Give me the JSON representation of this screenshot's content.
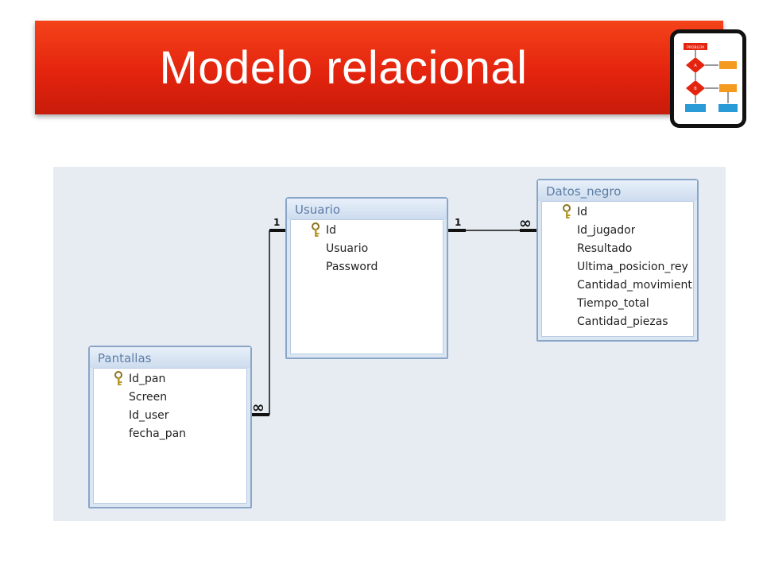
{
  "title": "Modelo relacional",
  "icon": {
    "name": "flowchart-icon",
    "problem_label": "PROBLEM",
    "step_a": "A",
    "step_b": "B"
  },
  "tables": {
    "usuario": {
      "name": "Usuario",
      "key_field": "Id",
      "fields": [
        "Id",
        "Usuario",
        "Password"
      ]
    },
    "datos_negro": {
      "name": "Datos_negro",
      "key_field": "Id",
      "fields": [
        "Id",
        "Id_jugador",
        "Resultado",
        "Ultima_posicion_rey",
        "Cantidad_movimient",
        "Tiempo_total",
        "Cantidad_piezas"
      ]
    },
    "pantallas": {
      "name": "Pantallas",
      "key_field": "Id_pan",
      "fields": [
        "Id_pan",
        "Screen",
        "Id_user",
        "fecha_pan"
      ]
    }
  },
  "relationships": [
    {
      "from": "Usuario",
      "to": "Datos_negro",
      "one_label": "1",
      "many_label": "∞"
    },
    {
      "from": "Usuario",
      "to": "Pantallas",
      "one_label": "1",
      "many_label": "∞"
    }
  ],
  "colors": {
    "title_red": "#e4240e",
    "table_border": "#8aa5c8",
    "header_text": "#5d7da6",
    "canvas": "#e6ecf2"
  }
}
